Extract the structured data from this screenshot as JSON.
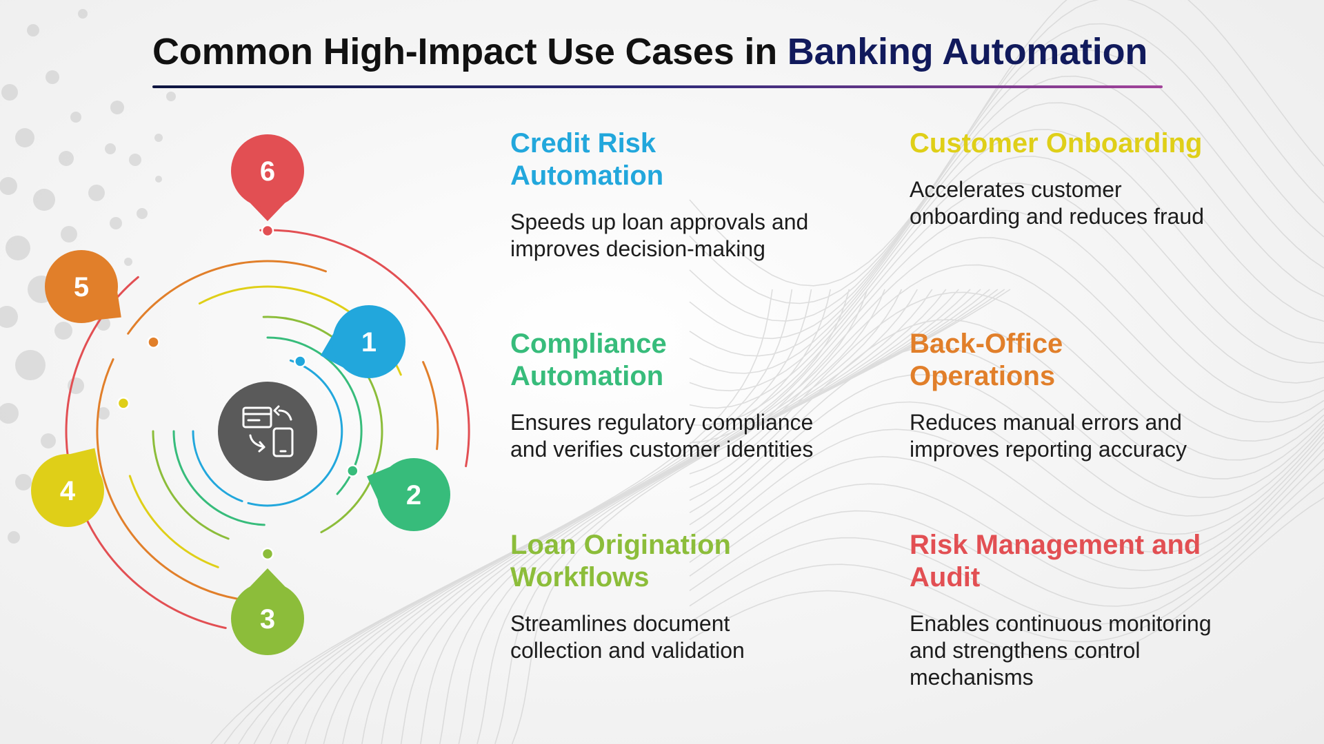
{
  "title": {
    "prefix": "Common High-Impact Use Cases in ",
    "accent": "Banking Automation"
  },
  "hub": {
    "icon": "banking-transfer-icon"
  },
  "markers": [
    {
      "number": "1",
      "color": "#22a7dc"
    },
    {
      "number": "2",
      "color": "#37bc7b"
    },
    {
      "number": "3",
      "color": "#8cbd3a"
    },
    {
      "number": "4",
      "color": "#dfcf18"
    },
    {
      "number": "5",
      "color": "#e17f2a"
    },
    {
      "number": "6",
      "color": "#e24f53"
    }
  ],
  "items": [
    {
      "title": "Credit Risk Automation",
      "description": "Speeds up loan approvals and improves decision-making",
      "color": "#22a7dc"
    },
    {
      "title": "Customer Onboarding",
      "description": "Accelerates customer onboarding and reduces fraud",
      "color": "#dfcf18"
    },
    {
      "title": "Compliance Automation",
      "description": "Ensures regulatory compliance and verifies customer identities",
      "color": "#37bc7b"
    },
    {
      "title": "Back-Office Operations",
      "description": "Reduces manual errors and improves reporting accuracy",
      "color": "#e17f2a"
    },
    {
      "title": "Loan Origination Workflows",
      "description": "Streamlines document collection and validation",
      "color": "#8cbd3a"
    },
    {
      "title": "Risk Management and Audit",
      "description": "Enables continuous monitoring and strengthens control mechanisms",
      "color": "#e24f53"
    }
  ]
}
